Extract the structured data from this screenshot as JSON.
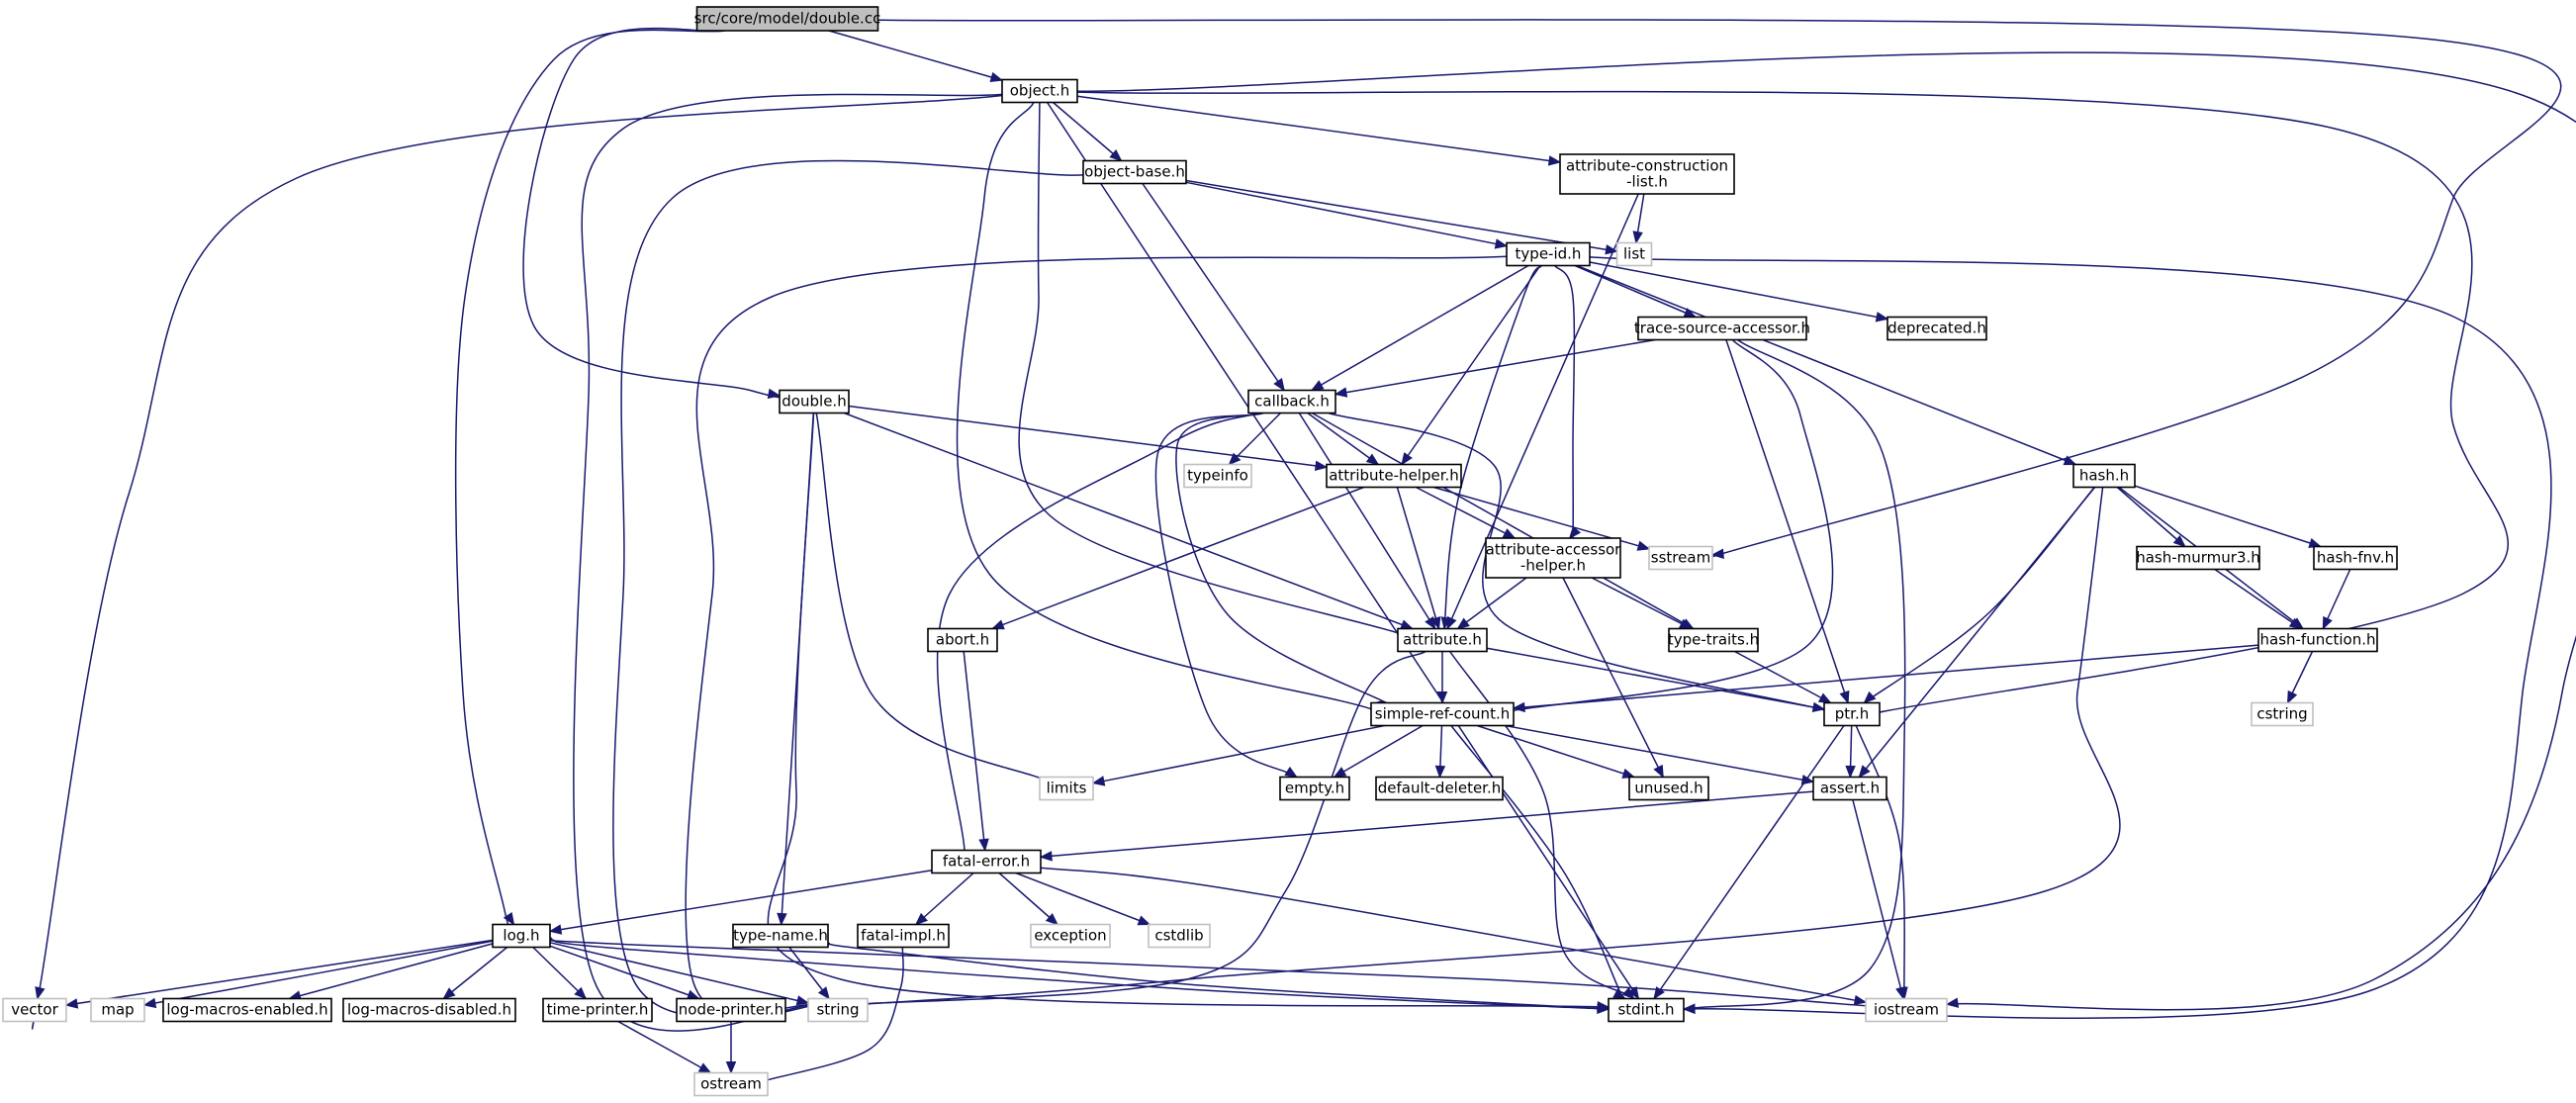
{
  "graph": {
    "colors": {
      "edge": "#191970",
      "root_fill": "#bfbfbf",
      "box": "#000000",
      "external": "#bfbfbf"
    },
    "nodes": [
      {
        "id": "root",
        "lines": [
          "src/core/model/double.cc"
        ],
        "kind": "root"
      },
      {
        "id": "object_h",
        "lines": [
          "object.h"
        ],
        "kind": "file"
      },
      {
        "id": "object_base_h",
        "lines": [
          "object-base.h"
        ],
        "kind": "file"
      },
      {
        "id": "attr_construction_h",
        "lines": [
          "attribute-construction",
          "-list.h"
        ],
        "kind": "file"
      },
      {
        "id": "list",
        "lines": [
          "list"
        ],
        "kind": "external"
      },
      {
        "id": "type_id_h",
        "lines": [
          "type-id.h"
        ],
        "kind": "file"
      },
      {
        "id": "trace_source_h",
        "lines": [
          "trace-source-accessor.h"
        ],
        "kind": "file"
      },
      {
        "id": "deprecated_h",
        "lines": [
          "deprecated.h"
        ],
        "kind": "file"
      },
      {
        "id": "double_h",
        "lines": [
          "double.h"
        ],
        "kind": "file"
      },
      {
        "id": "callback_h",
        "lines": [
          "callback.h"
        ],
        "kind": "file"
      },
      {
        "id": "typeinfo",
        "lines": [
          "typeinfo"
        ],
        "kind": "external"
      },
      {
        "id": "attr_helper_h",
        "lines": [
          "attribute-helper.h"
        ],
        "kind": "file"
      },
      {
        "id": "sstream",
        "lines": [
          "sstream"
        ],
        "kind": "external"
      },
      {
        "id": "hash_h",
        "lines": [
          "hash.h"
        ],
        "kind": "file"
      },
      {
        "id": "attr_accessor_h",
        "lines": [
          "attribute-accessor",
          "-helper.h"
        ],
        "kind": "file"
      },
      {
        "id": "hash_murmur3_h",
        "lines": [
          "hash-murmur3.h"
        ],
        "kind": "file"
      },
      {
        "id": "hash_fnv_h",
        "lines": [
          "hash-fnv.h"
        ],
        "kind": "file"
      },
      {
        "id": "abort_h",
        "lines": [
          "abort.h"
        ],
        "kind": "file"
      },
      {
        "id": "attribute_h",
        "lines": [
          "attribute.h"
        ],
        "kind": "file"
      },
      {
        "id": "type_traits_h",
        "lines": [
          "type-traits.h"
        ],
        "kind": "file"
      },
      {
        "id": "hash_function_h",
        "lines": [
          "hash-function.h"
        ],
        "kind": "file"
      },
      {
        "id": "simple_ref_h",
        "lines": [
          "simple-ref-count.h"
        ],
        "kind": "file"
      },
      {
        "id": "ptr_h",
        "lines": [
          "ptr.h"
        ],
        "kind": "file"
      },
      {
        "id": "cstring",
        "lines": [
          "cstring"
        ],
        "kind": "external"
      },
      {
        "id": "limits",
        "lines": [
          "limits"
        ],
        "kind": "external"
      },
      {
        "id": "empty_h",
        "lines": [
          "empty.h"
        ],
        "kind": "file"
      },
      {
        "id": "default_deleter_h",
        "lines": [
          "default-deleter.h"
        ],
        "kind": "file"
      },
      {
        "id": "unused_h",
        "lines": [
          "unused.h"
        ],
        "kind": "file"
      },
      {
        "id": "assert_h",
        "lines": [
          "assert.h"
        ],
        "kind": "file"
      },
      {
        "id": "fatal_error_h",
        "lines": [
          "fatal-error.h"
        ],
        "kind": "file"
      },
      {
        "id": "log_h",
        "lines": [
          "log.h"
        ],
        "kind": "file"
      },
      {
        "id": "type_name_h",
        "lines": [
          "type-name.h"
        ],
        "kind": "file"
      },
      {
        "id": "fatal_impl_h",
        "lines": [
          "fatal-impl.h"
        ],
        "kind": "file"
      },
      {
        "id": "exception",
        "lines": [
          "exception"
        ],
        "kind": "external"
      },
      {
        "id": "cstdlib",
        "lines": [
          "cstdlib"
        ],
        "kind": "external"
      },
      {
        "id": "vector",
        "lines": [
          "vector"
        ],
        "kind": "external"
      },
      {
        "id": "map",
        "lines": [
          "map"
        ],
        "kind": "external"
      },
      {
        "id": "log_macros_enabled_h",
        "lines": [
          "log-macros-enabled.h"
        ],
        "kind": "file"
      },
      {
        "id": "log_macros_disabled_h",
        "lines": [
          "log-macros-disabled.h"
        ],
        "kind": "file"
      },
      {
        "id": "time_printer_h",
        "lines": [
          "time-printer.h"
        ],
        "kind": "file"
      },
      {
        "id": "node_printer_h",
        "lines": [
          "node-printer.h"
        ],
        "kind": "file"
      },
      {
        "id": "string",
        "lines": [
          "string"
        ],
        "kind": "external"
      },
      {
        "id": "stdint_h",
        "lines": [
          "stdint.h"
        ],
        "kind": "file"
      },
      {
        "id": "iostream",
        "lines": [
          "iostream"
        ],
        "kind": "external"
      },
      {
        "id": "ostream",
        "lines": [
          "ostream"
        ],
        "kind": "external"
      }
    ],
    "edges": [
      [
        "root",
        "object_h"
      ],
      [
        "root",
        "double_h"
      ],
      [
        "root",
        "log_h"
      ],
      [
        "root",
        "sstream"
      ],
      [
        "object_h",
        "object_base_h"
      ],
      [
        "object_h",
        "attr_construction_h"
      ],
      [
        "object_h",
        "attribute_h"
      ],
      [
        "object_h",
        "simple_ref_h"
      ],
      [
        "object_h",
        "ptr_h"
      ],
      [
        "object_h",
        "string"
      ],
      [
        "object_h",
        "vector"
      ],
      [
        "object_h",
        "stdint_h"
      ],
      [
        "object_h",
        "iostream"
      ],
      [
        "object_base_h",
        "type_id_h"
      ],
      [
        "object_base_h",
        "callback_h"
      ],
      [
        "object_base_h",
        "list"
      ],
      [
        "object_base_h",
        "string"
      ],
      [
        "attr_construction_h",
        "list"
      ],
      [
        "attr_construction_h",
        "attribute_h"
      ],
      [
        "type_id_h",
        "trace_source_h"
      ],
      [
        "type_id_h",
        "deprecated_h"
      ],
      [
        "type_id_h",
        "callback_h"
      ],
      [
        "type_id_h",
        "attr_helper_h"
      ],
      [
        "type_id_h",
        "attr_accessor_h"
      ],
      [
        "type_id_h",
        "attribute_h"
      ],
      [
        "type_id_h",
        "hash_h"
      ],
      [
        "type_id_h",
        "string"
      ],
      [
        "type_id_h",
        "stdint_h"
      ],
      [
        "trace_source_h",
        "callback_h"
      ],
      [
        "trace_source_h",
        "ptr_h"
      ],
      [
        "trace_source_h",
        "simple_ref_h"
      ],
      [
        "trace_source_h",
        "stdint_h"
      ],
      [
        "double_h",
        "attr_helper_h"
      ],
      [
        "double_h",
        "attribute_h"
      ],
      [
        "double_h",
        "type_name_h"
      ],
      [
        "double_h",
        "limits"
      ],
      [
        "double_h",
        "stdint_h"
      ],
      [
        "callback_h",
        "typeinfo"
      ],
      [
        "callback_h",
        "attr_helper_h"
      ],
      [
        "callback_h",
        "attribute_h"
      ],
      [
        "callback_h",
        "simple_ref_h"
      ],
      [
        "callback_h",
        "empty_h"
      ],
      [
        "callback_h",
        "type_traits_h"
      ],
      [
        "callback_h",
        "fatal_error_h"
      ],
      [
        "callback_h",
        "ptr_h"
      ],
      [
        "attr_helper_h",
        "attr_accessor_h"
      ],
      [
        "attr_helper_h",
        "attribute_h"
      ],
      [
        "attr_helper_h",
        "abort_h"
      ],
      [
        "attr_helper_h",
        "sstream"
      ],
      [
        "attr_accessor_h",
        "attribute_h"
      ],
      [
        "attr_accessor_h",
        "type_traits_h"
      ],
      [
        "attr_accessor_h",
        "unused_h"
      ],
      [
        "hash_h",
        "hash_murmur3_h"
      ],
      [
        "hash_h",
        "hash_fnv_h"
      ],
      [
        "hash_h",
        "hash_function_h"
      ],
      [
        "hash_h",
        "ptr_h"
      ],
      [
        "hash_h",
        "assert_h"
      ],
      [
        "hash_h",
        "string"
      ],
      [
        "hash_murmur3_h",
        "hash_function_h"
      ],
      [
        "hash_fnv_h",
        "hash_function_h"
      ],
      [
        "hash_function_h",
        "simple_ref_h"
      ],
      [
        "hash_function_h",
        "cstring"
      ],
      [
        "abort_h",
        "fatal_error_h"
      ],
      [
        "attribute_h",
        "simple_ref_h"
      ],
      [
        "attribute_h",
        "ptr_h"
      ],
      [
        "attribute_h",
        "string"
      ],
      [
        "attribute_h",
        "stdint_h"
      ],
      [
        "type_traits_h",
        "ptr_h"
      ],
      [
        "simple_ref_h",
        "empty_h"
      ],
      [
        "simple_ref_h",
        "default_deleter_h"
      ],
      [
        "simple_ref_h",
        "unused_h"
      ],
      [
        "simple_ref_h",
        "assert_h"
      ],
      [
        "simple_ref_h",
        "limits"
      ],
      [
        "simple_ref_h",
        "stdint_h"
      ],
      [
        "ptr_h",
        "assert_h"
      ],
      [
        "ptr_h",
        "stdint_h"
      ],
      [
        "ptr_h",
        "iostream"
      ],
      [
        "assert_h",
        "fatal_error_h"
      ],
      [
        "assert_h",
        "iostream"
      ],
      [
        "fatal_error_h",
        "fatal_impl_h"
      ],
      [
        "fatal_error_h",
        "log_h"
      ],
      [
        "fatal_error_h",
        "exception"
      ],
      [
        "fatal_error_h",
        "cstdlib"
      ],
      [
        "fatal_error_h",
        "iostream"
      ],
      [
        "fatal_impl_h",
        "ostream"
      ],
      [
        "type_name_h",
        "string"
      ],
      [
        "type_name_h",
        "stdint_h"
      ],
      [
        "log_h",
        "vector"
      ],
      [
        "log_h",
        "map"
      ],
      [
        "log_h",
        "log_macros_enabled_h"
      ],
      [
        "log_h",
        "log_macros_disabled_h"
      ],
      [
        "log_h",
        "time_printer_h"
      ],
      [
        "log_h",
        "node_printer_h"
      ],
      [
        "log_h",
        "string"
      ],
      [
        "log_h",
        "stdint_h"
      ],
      [
        "log_h",
        "iostream"
      ],
      [
        "time_printer_h",
        "ostream"
      ],
      [
        "node_printer_h",
        "ostream"
      ]
    ]
  }
}
